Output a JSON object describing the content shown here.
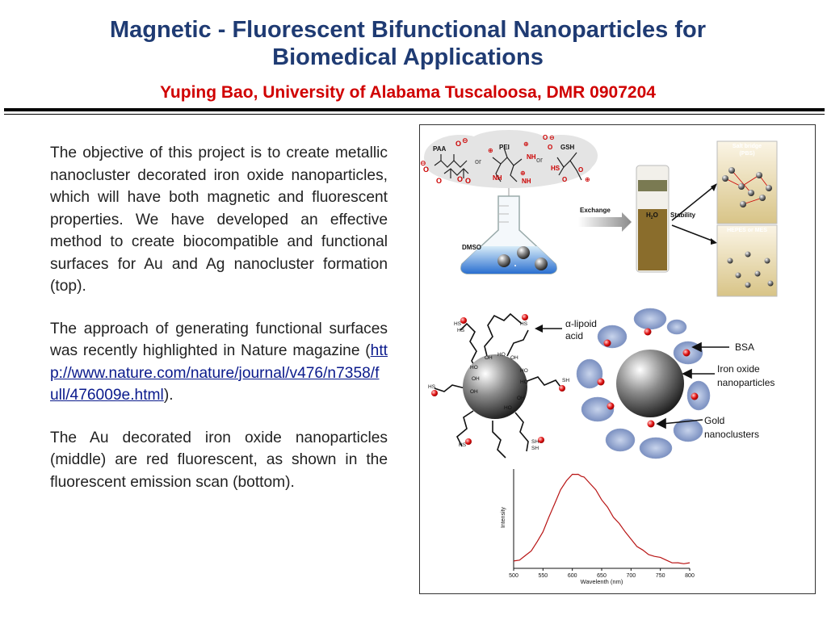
{
  "header": {
    "title_line1": "Magnetic - Fluorescent Bifunctional Nanoparticles for",
    "title_line2": "Biomedical Applications",
    "subtitle": "Yuping Bao, University of Alabama Tuscaloosa, DMR 0907204"
  },
  "body": {
    "paragraph1": "The objective of this project is to create metallic nanocluster decorated iron oxide nanoparticles, which will have both magnetic and  fluorescent properties. We have developed an effective method to create biocompatible and functional surfaces for Au and Ag nanocluster formation (top).",
    "paragraph2_prefix": "The approach of generating functional surfaces was recently highlighted in Nature magazine (",
    "paragraph2_link": "http://www.nature.com/nature/journal/v476/n7358/full/476009e.html",
    "paragraph2_suffix": ").",
    "paragraph3": "The Au decorated iron oxide nanoparticles (middle) are red fluorescent, as shown in the fluorescent emission scan (bottom)."
  },
  "figure_top": {
    "ligands": [
      "PAA",
      "PEI",
      "GSH"
    ],
    "or1": "or",
    "or2": "or",
    "solvent": "DMSO",
    "exchange": "Exchange",
    "water": "H",
    "water_sub": "2",
    "water_o": "O",
    "stability": "Stability",
    "vial1_label_a": "Salt bridge",
    "vial1_label_b": "(PBS)",
    "vial2_label": "HEPES or MES"
  },
  "figure_middle": {
    "lipoid_a": "α-lipoid",
    "lipoid_b": "acid",
    "bsa": "BSA",
    "iron_a": "Iron oxide",
    "iron_b": "nanoparticles",
    "gold_a": "Gold",
    "gold_b": "nanoclusters",
    "groups": [
      "HS",
      "HS",
      "HS",
      "SH",
      "SH",
      "SH",
      "HS",
      "HS",
      "OH",
      "OH",
      "OH",
      "OH",
      "HO",
      "HO",
      "HO",
      "HO",
      "HO",
      "OH"
    ]
  },
  "chart_data": {
    "type": "line",
    "title": "",
    "xlabel": "Wavelenth (nm)",
    "ylabel": "Intensity",
    "xlim": [
      500,
      800
    ],
    "xticks": [
      500,
      550,
      600,
      650,
      700,
      750,
      800
    ],
    "series": [
      {
        "color": "#b81414",
        "x": [
          500,
          510,
          520,
          530,
          540,
          550,
          560,
          570,
          580,
          590,
          600,
          605,
          610,
          615,
          620,
          630,
          640,
          650,
          660,
          670,
          680,
          690,
          700,
          710,
          720,
          730,
          740,
          750,
          760,
          770,
          780,
          790,
          800
        ],
        "y": [
          0.04,
          0.06,
          0.1,
          0.16,
          0.25,
          0.37,
          0.52,
          0.68,
          0.82,
          0.93,
          0.99,
          1.0,
          0.99,
          0.98,
          0.96,
          0.9,
          0.82,
          0.72,
          0.63,
          0.53,
          0.45,
          0.37,
          0.28,
          0.21,
          0.16,
          0.12,
          0.09,
          0.09,
          0.05,
          0.03,
          0.02,
          0.02,
          0.02
        ]
      }
    ]
  }
}
